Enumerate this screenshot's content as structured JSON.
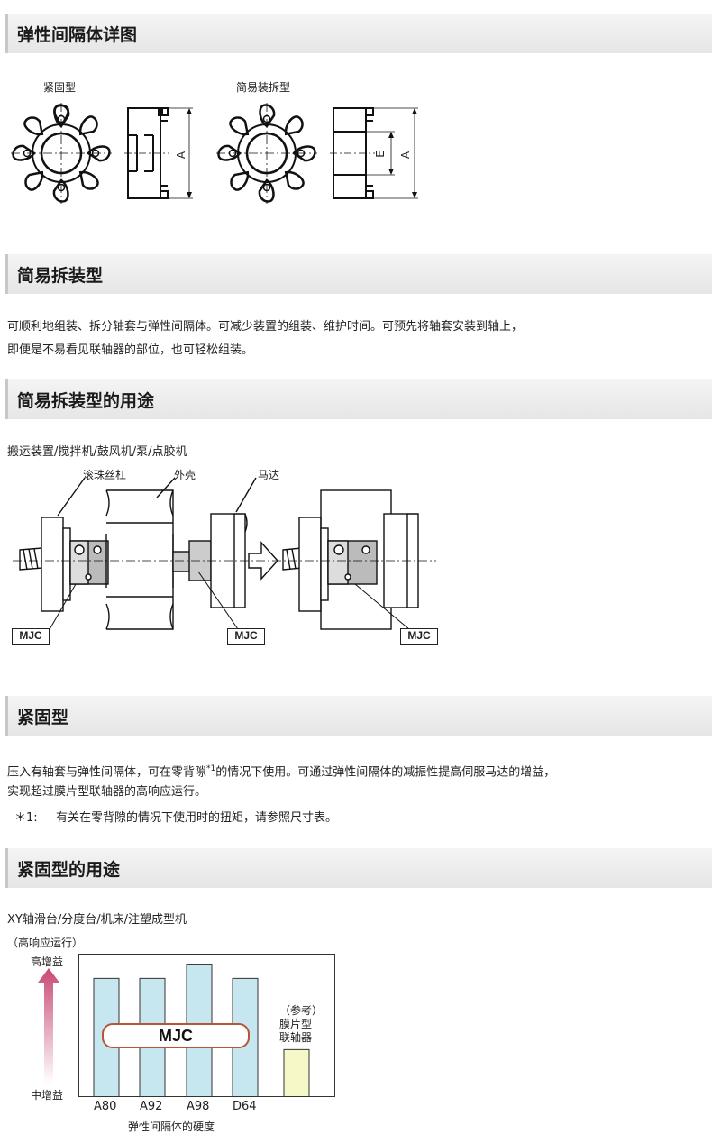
{
  "sections": [
    {
      "title": "弹性间隔体详图"
    },
    {
      "title": "简易拆装型"
    },
    {
      "title": "简易拆装型的用途"
    },
    {
      "title": "紧固型"
    },
    {
      "title": "紧固型的用途"
    }
  ],
  "detail": {
    "fixed_label": "紧固型",
    "easy_label": "简易装拆型",
    "dim_a": "A",
    "dim_e": "E"
  },
  "easy": {
    "line1": "可顺利地组装、拆分轴套与弹性间隔体。可减少装置的组装、维护时间。可预先将轴套安装到轴上，",
    "line2": "即便是不易看见联轴器的部位，也可轻松组装。"
  },
  "easy_use": {
    "apps": "搬运装置/搅拌机/鼓风机/泵/点胶机",
    "ball_screw": "滚珠丝杠",
    "housing": "外壳",
    "motor": "马达",
    "mjc": "MJC"
  },
  "fixed": {
    "line1_a": "压入有轴套与弹性间隔体，可在零背隙",
    "line1_sup": "*1",
    "line1_b": "的情况下使用。可通过弹性间隔体的减振性提高伺服马达的增益，",
    "line2": "实现超过膜片型联轴器的高响应运行。",
    "note_mark": "＊1:",
    "note_text": "有关在零背隙的情况下使用时的扭矩，请参照尺寸表。"
  },
  "fixed_use": {
    "apps": "XY轴滑台/分度台/机床/注塑成型机",
    "sub": "（高响应运行）",
    "y_high": "高增益",
    "y_mid": "中增益",
    "mjc_label": "MJC",
    "ref_line1": "（参考）",
    "ref_line2": "膜片型",
    "ref_line3": "联轴器",
    "xlabel": "弹性间隔体的硬度"
  },
  "chart_data": {
    "type": "bar",
    "categories": [
      "A80",
      "A92",
      "A98",
      "D64"
    ],
    "values": [
      0.83,
      0.83,
      0.93,
      0.83
    ],
    "reference": {
      "value": 0.33,
      "color": "#f7f8c8"
    },
    "bar_color": "#c7e7f0",
    "xlabel": "弹性间隔体的硬度",
    "ylabel_top": "高增益",
    "ylabel_bottom": "中增益",
    "ylim": [
      0,
      1
    ]
  }
}
